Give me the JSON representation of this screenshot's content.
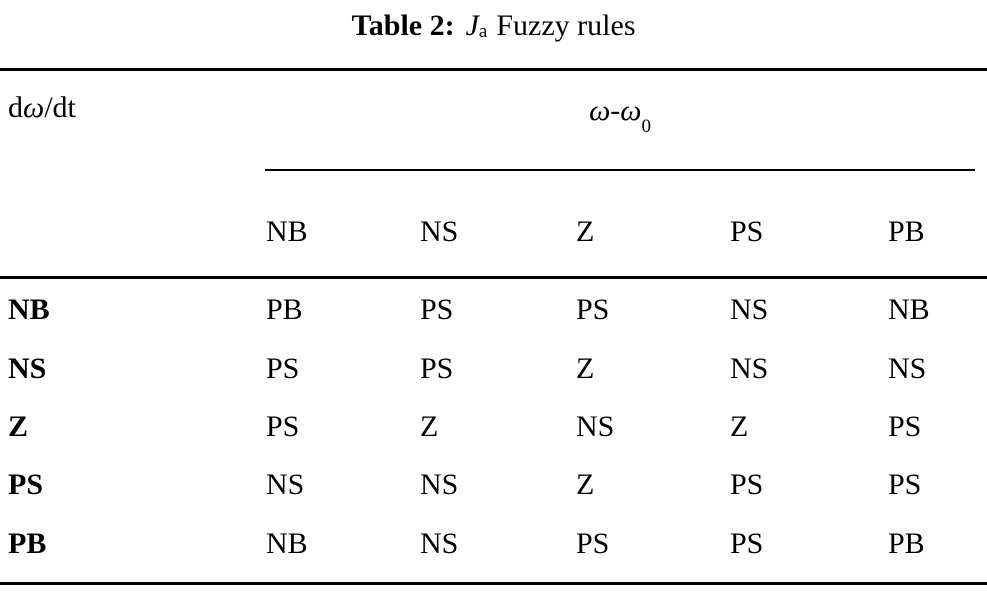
{
  "caption": {
    "label": "Table 2:",
    "symbol": "J",
    "symbol_subscript": "a",
    "text": "Fuzzy rules"
  },
  "header": {
    "row_variable": "dω/dt",
    "row_variable_parts": {
      "d1": "d",
      "omega": "ω",
      "slash_dt": "/dt"
    },
    "column_group": "ω-ω₀",
    "column_group_parts": {
      "omega1": "ω",
      "minus": "-",
      "omega2": "ω",
      "subscript": "0"
    }
  },
  "chart_data": {
    "type": "table",
    "title": "Table 2: J_a Fuzzy rules",
    "xlabel": "ω-ω₀",
    "ylabel": "dω/dt",
    "columns": [
      "NB",
      "NS",
      "Z",
      "PS",
      "PB"
    ],
    "rows": [
      "NB",
      "NS",
      "Z",
      "PS",
      "PB"
    ],
    "cells": [
      [
        "PB",
        "PS",
        "PS",
        "NS",
        "NB"
      ],
      [
        "PS",
        "PS",
        "Z",
        "NS",
        "NS"
      ],
      [
        "PS",
        "Z",
        "NS",
        "Z",
        "PS"
      ],
      [
        "NS",
        "NS",
        "Z",
        "PS",
        "PS"
      ],
      [
        "NB",
        "NS",
        "PS",
        "PS",
        "PB"
      ]
    ]
  },
  "style": {
    "text_color": "#000000",
    "background_color": "#ffffff",
    "rule_color": "#000000"
  }
}
